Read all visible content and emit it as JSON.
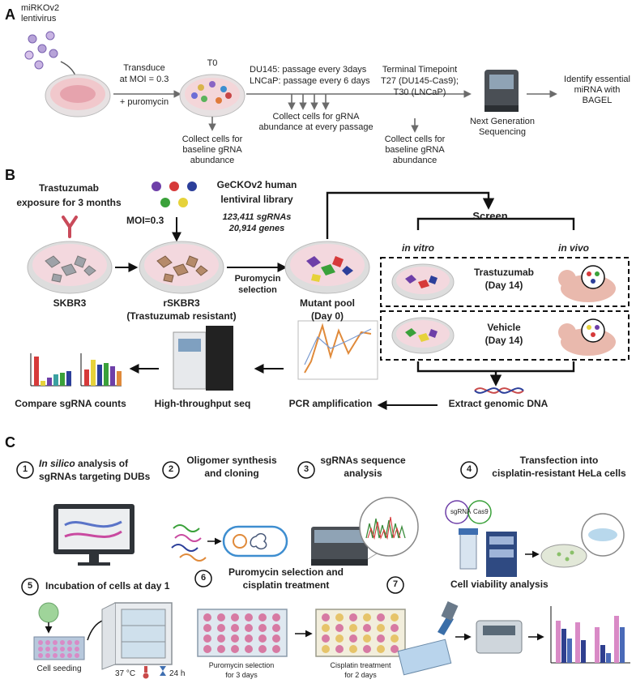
{
  "panel_a": {
    "label": "A",
    "lentivirus": [
      "miRKOv2",
      "lentivirus"
    ],
    "transduce": [
      "Transduce",
      "at MOI = 0.3",
      "+ puromycin"
    ],
    "t0": "T0",
    "baseline_left": [
      "Collect cells for",
      "baseline gRNA",
      "abundance"
    ],
    "passage": [
      "DU145: passage every 3days",
      "LNCaP: passage every 6 days"
    ],
    "collect_passage": [
      "Collect cells for gRNA",
      "abundance at every passage"
    ],
    "terminal": [
      "Terminal Timepoint",
      "T27 (DU145-Cas9);",
      "T30 (LNCaP)"
    ],
    "baseline_right": [
      "Collect cells for",
      "baseline gRNA",
      "abundance"
    ],
    "ngs": [
      "Next Generation",
      "Sequencing"
    ],
    "identify": [
      "Identify essential",
      "miRNA with",
      "BAGEL"
    ]
  },
  "panel_b": {
    "label": "B",
    "trastuzumab_exposure": [
      "Trastuzumab",
      "exposure for 3 months"
    ],
    "library": [
      "GeCKOv2 human",
      "lentiviral library"
    ],
    "library_stats": [
      "123,411 sgRNAs",
      "20,914 genes"
    ],
    "moi": "MOI=0.3",
    "skbr3": "SKBR3",
    "rskbr3": [
      "rSKBR3",
      "(Trastuzumab resistant)"
    ],
    "puromycin": [
      "Puromycin",
      "selection"
    ],
    "mutant": [
      "Mutant pool",
      "(Day 0)"
    ],
    "screen": "Screen",
    "in_vitro": "in vitro",
    "in_vivo": "in vivo",
    "trastuzumab_day": [
      "Trastuzumab",
      "(Day 14)"
    ],
    "vehicle_day": [
      "Vehicle",
      "(Day 14)"
    ],
    "extract": "Extract genomic DNA",
    "pcr": "PCR amplification",
    "hts": "High-throughput seq",
    "compare": "Compare sgRNA counts"
  },
  "panel_c": {
    "label": "C",
    "steps": [
      {
        "num": "1",
        "lines": [
          "analysis of",
          "sgRNAs targeting DUBs"
        ],
        "italic_prefix": "In silico"
      },
      {
        "num": "2",
        "lines": [
          "Oligomer synthesis",
          "and cloning"
        ]
      },
      {
        "num": "3",
        "lines": [
          "sgRNAs sequence",
          "analysis"
        ]
      },
      {
        "num": "4",
        "lines": [
          "Transfection into",
          "cisplatin-resistant HeLa cells"
        ]
      },
      {
        "num": "5",
        "lines": [
          "Incubation of cells at day 1"
        ]
      },
      {
        "num": "6",
        "lines": [
          "Puromycin selection and",
          "cisplatin treatment"
        ]
      },
      {
        "num": "7",
        "lines": [
          "Cell viability analysis"
        ]
      }
    ],
    "sgrna_tag": "sgRNA",
    "cas9_tag": "Cas9",
    "cell_seeding": "Cell seeding",
    "temp": "37 °C",
    "time": "24 h",
    "puro_3days": [
      "Puromycin selection",
      "for 3 days"
    ],
    "cis_2days": [
      "Cisplatin treatment",
      "for 2 days"
    ]
  },
  "colors": {
    "dish_fill": "#f3d8de",
    "dish_rim": "#c9b7bb",
    "arrow": "#6b6b6b",
    "black_arrow": "#111111",
    "pink": "#d98ac6",
    "navy": "#2f3f8f",
    "well_pink": "#d77aa3"
  }
}
